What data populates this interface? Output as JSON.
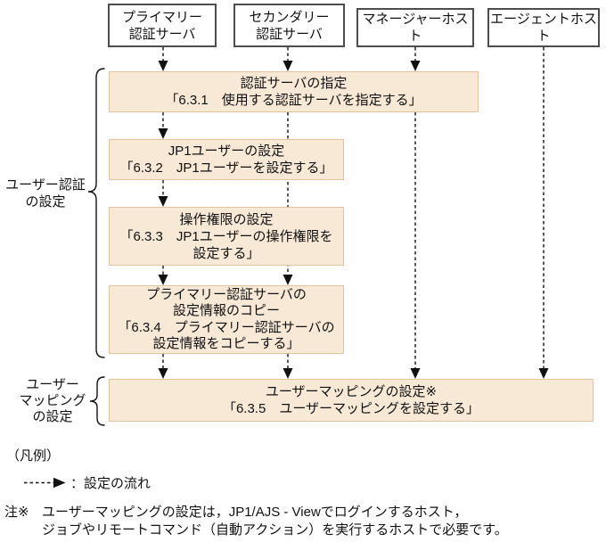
{
  "hosts": [
    {
      "label": "プライマリー\n認証サーバ"
    },
    {
      "label": "セカンダリー\n認証サーバ"
    },
    {
      "label": "マネージャーホスト"
    },
    {
      "label": "エージェントホスト"
    }
  ],
  "steps": [
    {
      "text": "認証サーバの指定\n「6.3.1　使用する認証サーバを指定する」"
    },
    {
      "text": "JP1ユーザーの設定\n「6.3.2　JP1ユーザーを設定する」"
    },
    {
      "text": "操作権限の設定\n「6.3.3　JP1ユーザーの操作権限を\n設定する」"
    },
    {
      "text": "プライマリー認証サーバの\n設定情報のコピー\n「6.3.4　プライマリー認証サーバの\n設定情報をコピーする」"
    },
    {
      "text": "ユーザーマッピングの設定※\n「6.3.5　ユーザーマッピングを設定する」"
    }
  ],
  "groups": [
    {
      "label": "ユーザー認証\nの設定"
    },
    {
      "label": "ユーザー\nマッピング\nの設定"
    }
  ],
  "legend": {
    "heading": "（凡例）",
    "flow_label": "：設定の流れ"
  },
  "note": {
    "marker": "注※",
    "line1": "ユーザーマッピングの設定は，JP1/AJS - Viewでログインするホスト，",
    "line2": "ジョブやリモートコマンド（自動アクション）を実行するホストで必要です。"
  },
  "colors": {
    "step_fill": "#f8e8d6",
    "step_border": "#e3c2a0",
    "host_border": "#4d4d4d",
    "line": "#111111"
  }
}
